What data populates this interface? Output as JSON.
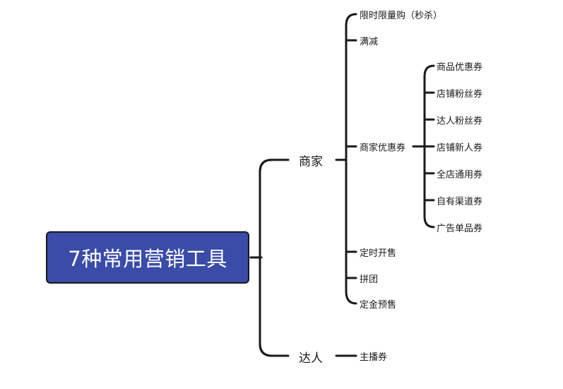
{
  "colors": {
    "root_fill": "#3a4ba8",
    "line": "#1a1a1a",
    "text": "#1a1a1a",
    "root_text": "#ffffff"
  },
  "mindmap": {
    "root": "7种常用营销工具",
    "branches": [
      {
        "label": "商家",
        "children": [
          {
            "label": "限时限量购（秒杀）"
          },
          {
            "label": "满减"
          },
          {
            "label": "商家优惠券",
            "children": [
              {
                "label": "商品优惠券"
              },
              {
                "label": "店铺粉丝券"
              },
              {
                "label": "达人粉丝券"
              },
              {
                "label": "店铺新人券"
              },
              {
                "label": "全店通用券"
              },
              {
                "label": "自有渠道券"
              },
              {
                "label": "广告单品券"
              }
            ]
          },
          {
            "label": "定时开售"
          },
          {
            "label": "拼团"
          },
          {
            "label": "定金预售"
          }
        ]
      },
      {
        "label": "达人",
        "children": [
          {
            "label": "主播券"
          }
        ]
      }
    ]
  }
}
